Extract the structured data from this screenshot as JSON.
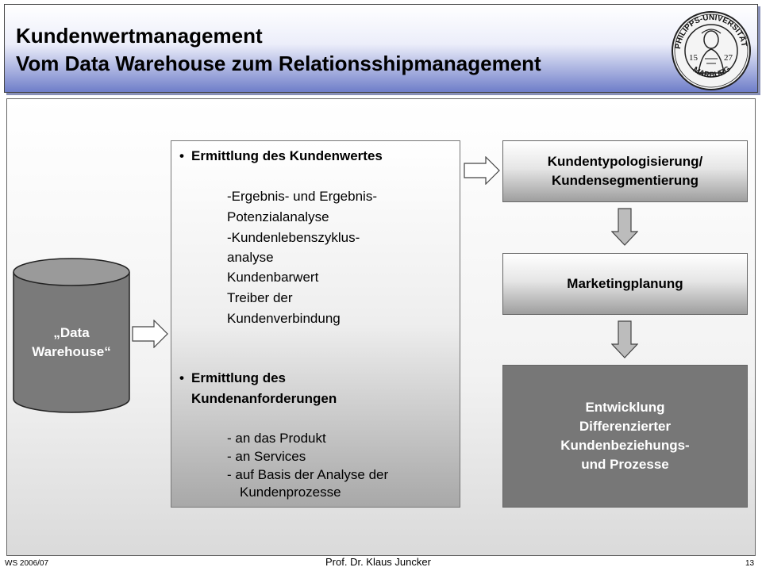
{
  "header": {
    "title_line1": "Kundenwertmanagement",
    "title_line2": "Vom Data Warehouse zum Relationsshipmanagement",
    "seal_text": "PHILIPPS-UNIVERSITÄT MARBURG 1527"
  },
  "data_warehouse": {
    "line1": "„Data",
    "line2": "Warehouse“"
  },
  "middle": {
    "section1_title": "Ermittlung des Kundenwertes",
    "section1_items": [
      "-Ergebnis- und Ergebnis-",
      "Potenzialanalyse",
      "-Kundenlebenszyklus-",
      "analyse",
      "Kundenbarwert",
      "Treiber der",
      "Kundenverbindung"
    ],
    "section2_title_line1": "Ermittlung des",
    "section2_title_line2": "Kundenanforderungen",
    "section2_items": [
      "-  an das Produkt",
      "-  an Services",
      "- auf Basis der Analyse der",
      "Kundenprozesse"
    ]
  },
  "right": {
    "box1_line1": "Kundentypologisierung/",
    "box1_line2": "Kundensegmentierung",
    "box2": "Marketingplanung",
    "box3_lines": [
      "Entwicklung",
      "Differenzierter",
      "Kundenbeziehungs-",
      "und Prozesse"
    ]
  },
  "footer": {
    "semester": "WS 2006/07",
    "author": "Prof. Dr. Klaus Juncker",
    "page": "13"
  }
}
